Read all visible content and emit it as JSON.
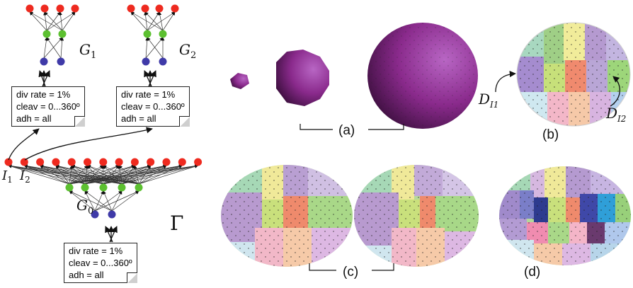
{
  "networks": {
    "g1": {
      "label": "G",
      "sub": "1"
    },
    "g2": {
      "label": "G",
      "sub": "2"
    },
    "g0": {
      "label": "G",
      "sub": "0"
    },
    "i1": {
      "label": "I",
      "sub": "1"
    },
    "i2": {
      "label": "I",
      "sub": "2"
    },
    "gamma": "Γ"
  },
  "notes": {
    "n1": {
      "div": "div rate = 1%",
      "cleav": "cleav = 0...360º",
      "adh": "adh = all"
    },
    "n2": {
      "div": "div rate = 1%",
      "cleav": "cleav = 0...360º",
      "adh": "adh = all"
    },
    "n0": {
      "div": "div rate = 1%",
      "cleav": "cleav = 0...360º",
      "adh": "adh = all"
    }
  },
  "panels": {
    "a": "(a)",
    "b": "(b)",
    "c": "(c)",
    "d": "(d)",
    "d_i1": {
      "label": "D",
      "sub": "I1"
    },
    "d_i2": {
      "label": "D",
      "sub": "I2"
    }
  },
  "colors": {
    "output_node": "#ee2a1f",
    "hidden_node": "#5cc030",
    "input_node": "#3f3aa8",
    "sphere": "#8a2a8c"
  }
}
